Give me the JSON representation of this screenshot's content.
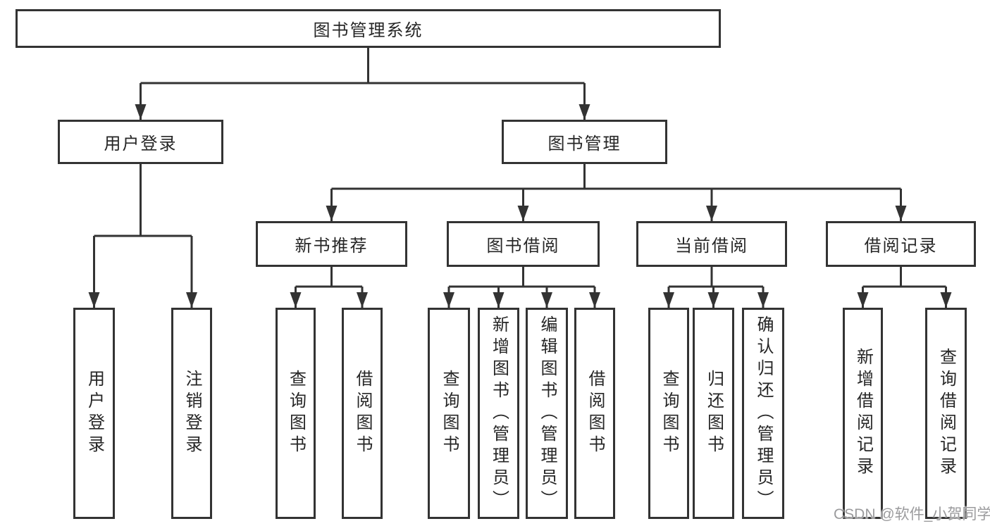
{
  "diagram": {
    "type": "tree",
    "orientation": "top-down",
    "nodes": {
      "root": {
        "label": "图书管理系统"
      },
      "l2": [
        {
          "label": "用户登录"
        },
        {
          "label": "图书管理"
        }
      ],
      "l3": [
        {
          "label": "新书推荐",
          "parent": "图书管理"
        },
        {
          "label": "图书借阅",
          "parent": "图书管理"
        },
        {
          "label": "当前借阅",
          "parent": "图书管理"
        },
        {
          "label": "借阅记录",
          "parent": "图书管理"
        }
      ],
      "leaves": [
        {
          "label": "用户登录",
          "parent": "用户登录"
        },
        {
          "label": "注销登录",
          "parent": "用户登录"
        },
        {
          "label": "查询图书",
          "parent": "新书推荐"
        },
        {
          "label": "借阅图书",
          "parent": "新书推荐"
        },
        {
          "label": "查询图书",
          "parent": "图书借阅"
        },
        {
          "label": "新增图书（管理员）",
          "parent": "图书借阅"
        },
        {
          "label": "编辑图书（管理员）",
          "parent": "图书借阅"
        },
        {
          "label": "借阅图书",
          "parent": "图书借阅"
        },
        {
          "label": "查询图书",
          "parent": "当前借阅"
        },
        {
          "label": "归还图书",
          "parent": "当前借阅"
        },
        {
          "label": "确认归还（管理员）",
          "parent": "当前借阅"
        },
        {
          "label": "新增借阅记录",
          "parent": "借阅记录"
        },
        {
          "label": "查询借阅记录",
          "parent": "借阅记录"
        }
      ]
    }
  },
  "watermark": {
    "text": "CSDN @软件_小贺同学"
  },
  "colors": {
    "line": "#333333",
    "box_border": "#333333",
    "box_background": "#ffffff",
    "text": "#262626",
    "watermark_text": "#9b9b9d",
    "page_background": "#ffffff"
  }
}
